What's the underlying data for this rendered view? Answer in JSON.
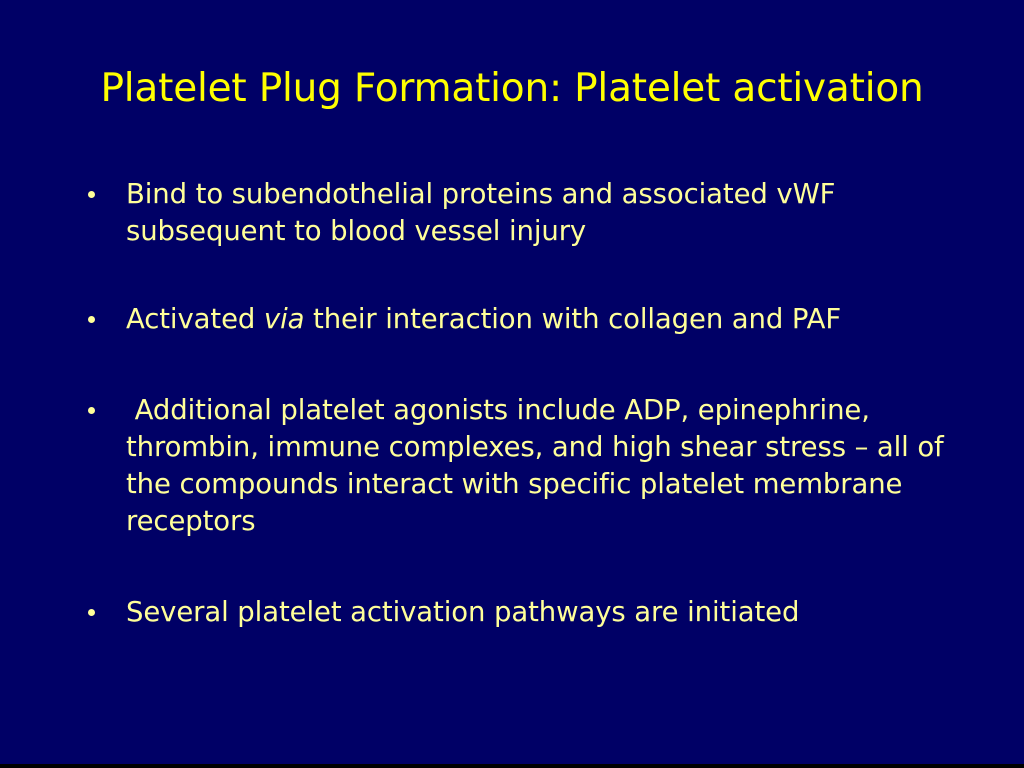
{
  "slide": {
    "background_color": "#000066",
    "bottom_band_color": "#000000",
    "title_color": "#FFFF00",
    "body_color": "#FFFF99",
    "title": "Platelet Plug Formation:  Platelet activation",
    "bullets": [
      {
        "marker": "bullet-dot",
        "text_before_italic": "Bind to subendothelial proteins and associated vWF subsequent to blood vessel injury",
        "italic": "",
        "text_after_italic": "",
        "full_text": "Bind to subendothelial proteins and associated vWF subsequent to blood vessel injury"
      },
      {
        "marker": "bullet-dot",
        "text_before_italic": "Activated ",
        "italic": "via",
        "text_after_italic": " their interaction with collagen and PAF",
        "full_text": "Activated via their interaction with collagen and PAF"
      },
      {
        "marker": "bullet-dot",
        "text_before_italic": " Additional platelet agonists include ADP, epinephrine, thrombin, immune complexes, and high shear stress – all of the compounds interact with specific platelet membrane receptors",
        "italic": "",
        "text_after_italic": "",
        "full_text": " Additional platelet agonists include ADP, epinephrine, thrombin, immune complexes, and high shear stress – all of the compounds interact with specific platelet membrane receptors"
      },
      {
        "marker": "bullet-dot",
        "text_before_italic": "Several platelet activation pathways are initiated",
        "italic": "",
        "text_after_italic": "",
        "full_text": "Several platelet activation pathways are initiated"
      }
    ]
  }
}
